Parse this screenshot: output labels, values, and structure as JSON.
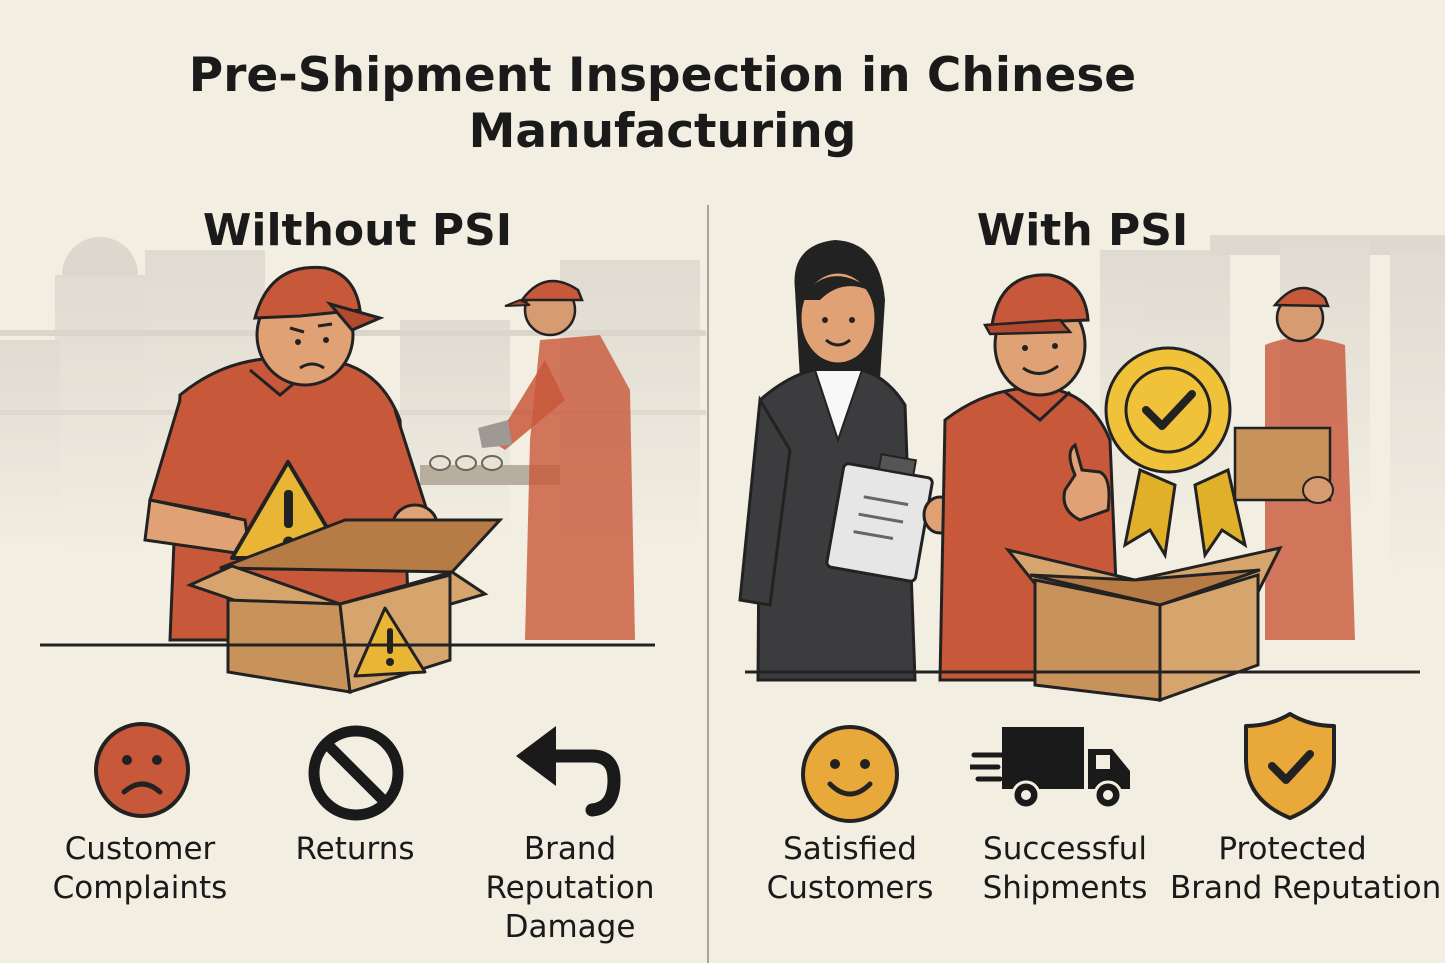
{
  "title": {
    "line1": "Pre-Shipment Inspection in Chinese",
    "line2": "Manufacturing"
  },
  "left_panel": {
    "heading": "Wilthout PSI",
    "outcomes": [
      {
        "icon": "sad-face-icon",
        "line1": "Customer",
        "line2": "Complaints",
        "line3": ""
      },
      {
        "icon": "prohibited-icon",
        "line1": "Returns",
        "line2": "",
        "line3": ""
      },
      {
        "icon": "return-arrow-icon",
        "line1": "Brand",
        "line2": "Reputation",
        "line3": "Damage"
      }
    ]
  },
  "right_panel": {
    "heading": "With PSI",
    "outcomes": [
      {
        "icon": "smiley-face-icon",
        "line1": "Satisfied",
        "line2": "Customers"
      },
      {
        "icon": "delivery-truck-icon",
        "line1": "Successful",
        "line2": "Shipments"
      },
      {
        "icon": "shield-check-icon",
        "line1": "Protected",
        "line2": "Brand Reputation"
      }
    ]
  },
  "colors": {
    "background": "#f3eee2",
    "uniform_red": "#c8583a",
    "box_brown": "#c8935a",
    "warning_yellow": "#e8b534",
    "badge_gold": "#f0c23a",
    "suit_dark": "#3c3c3e",
    "negative_red": "#c8583a",
    "positive_yellow": "#e8a83a"
  }
}
